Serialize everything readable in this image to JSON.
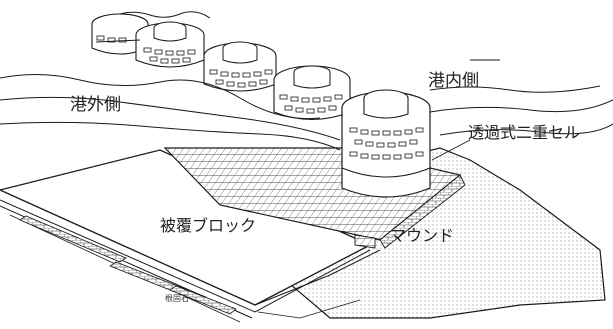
{
  "labels": {
    "harbor_inside": "港内側",
    "harbor_outside": "港外側",
    "double_cell": "透過式二重セル",
    "armor_block": "被覆ブロック",
    "mound": "マウンド",
    "foot_protection": "根固石"
  },
  "colors": {
    "line": "#1a1a1a",
    "background": "#ffffff"
  }
}
